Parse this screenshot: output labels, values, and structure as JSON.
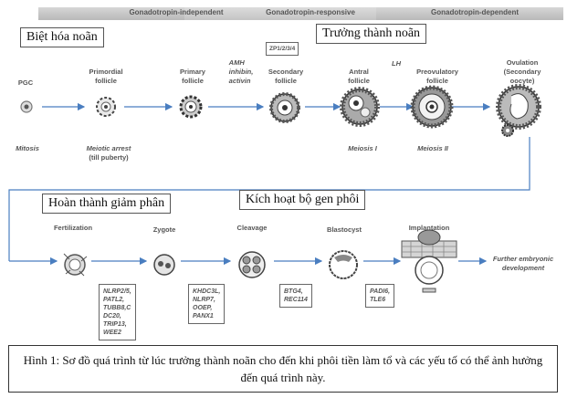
{
  "stage_bars": [
    {
      "label": "Gonadotropin-independent"
    },
    {
      "label": "Gonadotropin-responsive"
    },
    {
      "label": "Gonadotropin-dependent"
    }
  ],
  "viet_labels": {
    "oocyte_diff": "Biệt hóa noãn",
    "oocyte_maturation": "Trưởng thành noãn",
    "meiosis_completion": "Hoàn thành giảm phân",
    "embryo_gene_activation": "Kích hoạt bộ gen phôi"
  },
  "top_stages": {
    "pgc": "PGC",
    "primordial": [
      "Primordial",
      "follicle"
    ],
    "primary": [
      "Primary",
      "follicle"
    ],
    "secondary": [
      "Secondary",
      "follicle"
    ],
    "antral": [
      "Antral",
      "follicle"
    ],
    "preovulatory": [
      "Preovulatory",
      "follicle"
    ],
    "ovulation": [
      "Ovulation",
      "(Secondary",
      "oocyte)"
    ]
  },
  "factors": {
    "amh": [
      "AMH",
      "inhibin,",
      "activin"
    ],
    "lh": "LH",
    "zp": "ZP1/2/3/4"
  },
  "division": {
    "mitosis": "Mitosis",
    "meiotic_arrest": [
      "Meiotic arrest",
      "(till puberty)"
    ],
    "meiosis1": "Meiosis I",
    "meiosis2": "Meiosis II"
  },
  "bottom_stages": {
    "fertilization": "Fertilization",
    "zygote": "Zygote",
    "cleavage": "Cleavage",
    "blastocyst": "Blastocyst",
    "implantation": "Implantation",
    "further": [
      "Further embryonic",
      "development"
    ]
  },
  "gene_boxes": {
    "g1": [
      "NLRP2/5,",
      "PATL2,",
      "TUBB8,C",
      "DC20,",
      "TRIP13,",
      "WEE2"
    ],
    "g2": [
      "KHDC3L,",
      "NLRP7,",
      "OOEP,",
      "PANX1"
    ],
    "g3": [
      "BTG4,",
      "REC114"
    ],
    "g4": [
      "PADI6,",
      "TLE6"
    ]
  },
  "caption": "Hình 1: Sơ đồ quá trình từ lúc trưởng thành noãn cho đến khi phôi tiền làm tổ và các yếu tố có thể ảnh hưởng đến quá trình này."
}
